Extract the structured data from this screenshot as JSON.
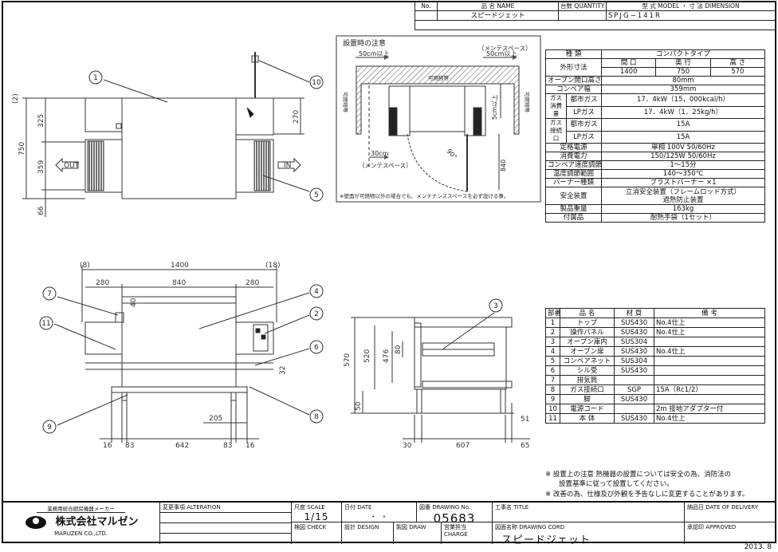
{
  "header": {
    "col_no": "No.",
    "col_name": "品 名 NAME",
    "col_quantity": "台数 QUANTITY",
    "col_model": "型 式 MODEL ・ 寸 法 DIMENSION",
    "product_name": "スピードジェット",
    "model": "SPJG−141R"
  },
  "install": {
    "title": "設置時の注意",
    "maint_label_top": "（メンテスペース）",
    "left_clear": "50cm以上",
    "right_clear": "50cm以上",
    "combustible_top": "可燃物等",
    "combustible_left": "可燃物等",
    "combustible_right": "可燃物等",
    "rear_clear": "5cm以上",
    "front_clear": "30cm",
    "maint_label_bottom": "（メンテスペース）",
    "door_angle": "90°",
    "door_dim": "840",
    "footnote": "※壁面が可燃物以外の場合でも、メンテナンススペースを必ず設ける事。"
  },
  "specs": {
    "type_label": "種 類",
    "type_value": "コンパクトタイプ",
    "dims_label": "外形寸法",
    "width_label": "間 口",
    "depth_label": "奥 行",
    "height_label": "高 さ",
    "width": "1400",
    "depth": "750",
    "height": "570",
    "rows": [
      {
        "label": "オーブン開口高さ",
        "value": "80mm"
      },
      {
        "label": "コンベア幅",
        "value": "359mm"
      }
    ],
    "gas_consumption_label": "ガス消費量",
    "gas_connection_label": "ガス接続口",
    "city_gas": "都市ガス",
    "lp_gas": "LPガス",
    "consumption_city": "17．4kW（15，000kcal/h）",
    "consumption_lp": "17．4kW（1．25kg/h）",
    "connection_city": "15A",
    "connection_lp": "15A",
    "rows2": [
      {
        "label": "定格電源",
        "value": "単相 100V 50/60Hz"
      },
      {
        "label": "消費電力",
        "value": "150/125W 50/60Hz"
      },
      {
        "label": "コンベア速度調節",
        "value": "1〜15分"
      },
      {
        "label": "温度調節範囲",
        "value": "140〜350℃"
      },
      {
        "label": "バーナー種類",
        "value": "ブラストバーナー ×1"
      }
    ],
    "safety_label": "安全装置",
    "safety_value_1": "立消安全装置（フレームロッド方式）",
    "safety_value_2": "過熱防止装置",
    "weight_label": "製品重量",
    "weight_value": "163kg",
    "accessory_label": "付属品",
    "accessory_value": "耐熱手袋（1セット）"
  },
  "parts": {
    "headers": [
      "部番",
      "品 名",
      "材 質",
      "備 考"
    ],
    "rows": [
      [
        "1",
        "トップ",
        "SUS430",
        "No.4仕上"
      ],
      [
        "2",
        "操作パネル",
        "SUS430",
        "No.4仕上"
      ],
      [
        "3",
        "オーブン庫内",
        "SUS304",
        ""
      ],
      [
        "4",
        "オーブン扉",
        "SUS430",
        "No.4仕上"
      ],
      [
        "5",
        "コンベアネット",
        "SUS304",
        ""
      ],
      [
        "6",
        "シル受",
        "SUS430",
        ""
      ],
      [
        "7",
        "排気筒",
        "",
        ""
      ],
      [
        "8",
        "ガス接続口",
        "SGP",
        "15A（Rc1/2）"
      ],
      [
        "9",
        "脚",
        "SUS430",
        ""
      ],
      [
        "10",
        "電源コード",
        "",
        "2m 接地アダプター付"
      ],
      [
        "11",
        "本 体",
        "SUS430",
        "No.4仕上"
      ]
    ]
  },
  "notes": {
    "note1_line1": "※ 設置上の注意 熱機器の設置については安全の為、消防法の",
    "note1_line2": "設置基準に従って設置してください。",
    "note2": "※ 改善の為、仕様及び外観を予告なしに変更することがあります。"
  },
  "top_view": {
    "dims": {
      "d2": "(2)",
      "d750": "750",
      "d325": "325",
      "d359": "359",
      "d66": "66",
      "d270": "270"
    },
    "out_label": "OUT",
    "in_label": "IN",
    "callouts": {
      "c1": "1",
      "c10": "10",
      "c5": "5"
    }
  },
  "front_view": {
    "dims": {
      "d8": "(8)",
      "d1400": "1400",
      "d18": "(18)",
      "d280a": "280",
      "d840": "840",
      "d280b": "280",
      "d40": "40",
      "d32": "32",
      "d205": "205",
      "d16a": "16",
      "d83a": "83",
      "d642": "642",
      "d83b": "83",
      "d16b": "16"
    },
    "callouts": {
      "c7": "7",
      "c11": "11",
      "c4": "4",
      "c2": "2",
      "c6": "6",
      "c8": "8",
      "c9": "9"
    }
  },
  "side_view": {
    "dims": {
      "d570": "570",
      "d520": "520",
      "d476": "476",
      "d80": "80",
      "d50": "50",
      "d30": "30",
      "d607": "607",
      "d65": "65",
      "d51": "51"
    },
    "callouts": {
      "c3": "3"
    }
  },
  "title_block": {
    "maker_tagline": "業務用総合厨房機器メーカー",
    "company_jp": "株式会社マルゼン",
    "company_en": "MARUZEN CO.,LTD.",
    "alteration_label": "変更事項 ALTERATION",
    "scale_label": "尺度 SCALE",
    "scale_value": "1/15",
    "date_label": "日付 DATE",
    "date_value": "・ ・",
    "drawing_no_label": "図番 DRAWING No.",
    "drawing_no_value": "05683",
    "title_label": "工事名 TITLE",
    "delivery_label": "納品日 DATE OF DELIVERY",
    "check_label": "検図 CHECK",
    "design_label": "設計 DESIGN",
    "draw_label": "製図 DRAW",
    "charge_label": "営業担当 CHARGE",
    "drawing_cord_label": "図面名称 DRAWING CORD",
    "drawing_cord_value": "スピードジェット",
    "approved_label": "承認印 APPROVED",
    "issue_date": "2013. 8"
  }
}
